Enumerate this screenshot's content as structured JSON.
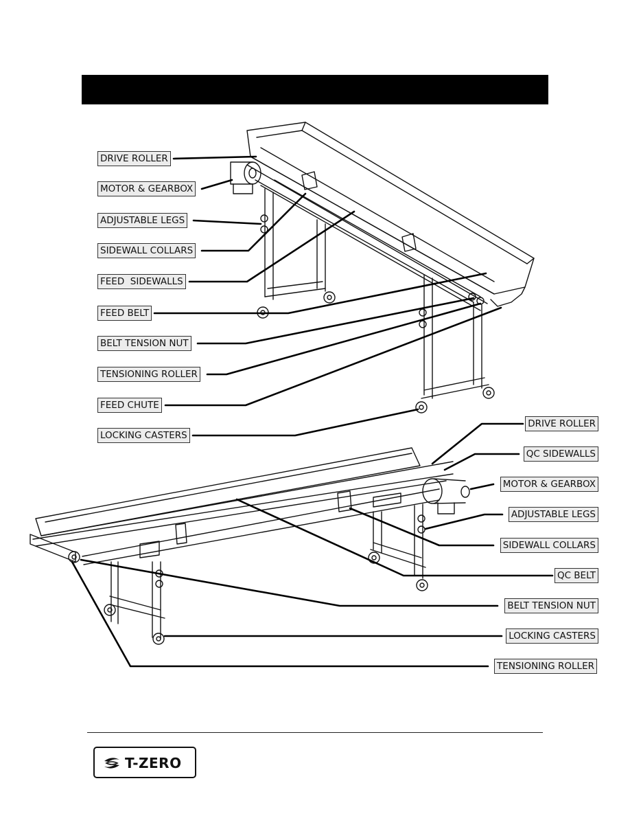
{
  "upper_callouts": [
    "DRIVE ROLLER",
    "MOTOR & GEARBOX",
    "ADJUSTABLE LEGS",
    "SIDEWALL COLLARS",
    "FEED  SIDEWALLS",
    "FEED BELT",
    "BELT TENSION NUT",
    "TENSIONING ROLLER",
    "FEED CHUTE",
    "LOCKING CASTERS"
  ],
  "lower_callouts": [
    "DRIVE ROLLER",
    "QC SIDEWALLS",
    "MOTOR & GEARBOX",
    "ADJUSTABLE LEGS",
    "SIDEWALL COLLARS",
    "QC BELT",
    "BELT TENSION NUT",
    "LOCKING CASTERS",
    "TENSIONING ROLLER"
  ],
  "logo": {
    "text": "T-ZERO",
    "icon": "t-zero-swirl-icon"
  },
  "colors": {
    "header_bar": "#000000",
    "label_fill": "#ececec",
    "line": "#000000"
  }
}
